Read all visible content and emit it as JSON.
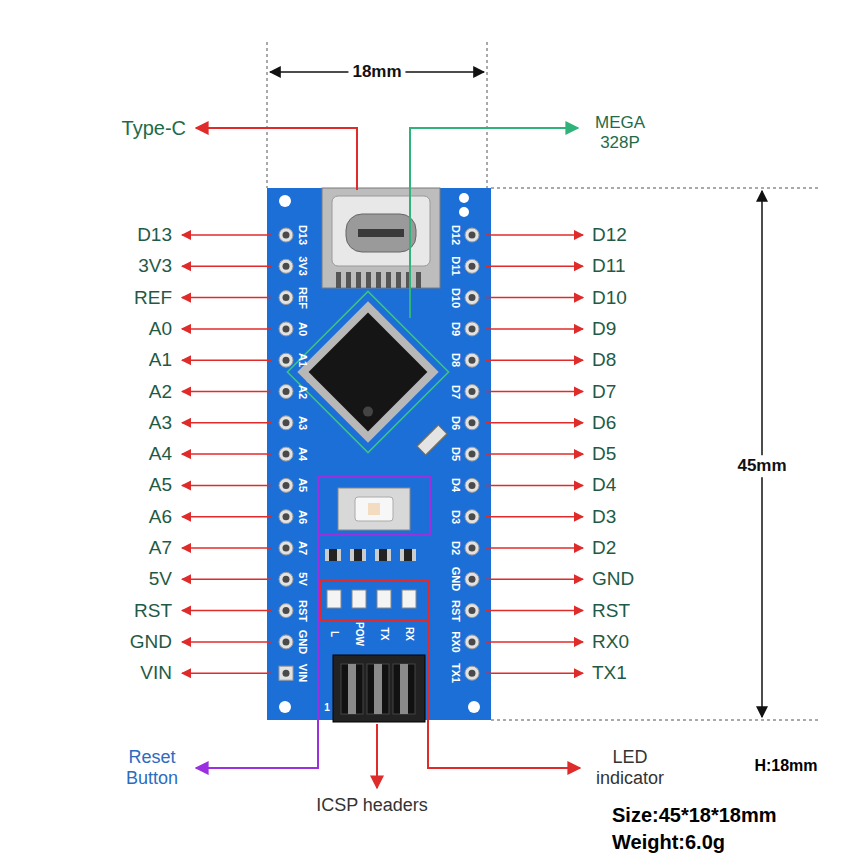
{
  "diagram": {
    "labels": [
      "18mm",
      "Type-C",
      "MEGA 328P",
      "D13",
      "3V3",
      "REF",
      "A0",
      "A1",
      "A2",
      "A3",
      "A4",
      "A5",
      "A6",
      "A7",
      "5V",
      "RST",
      "GND",
      "VIN",
      "D12",
      "D11",
      "D10",
      "D9",
      "D8",
      "D7",
      "D6",
      "D5",
      "D4",
      "D3",
      "D2",
      "GND",
      "RST",
      "RX0",
      "TX1",
      "45mm",
      "Reset Button",
      "ICSP headers",
      "LED indicator",
      "H:18mm",
      "Size:45*18*18mm",
      "Weight:6.0g",
      "D13",
      "3V3",
      "REF",
      "A0",
      "A1",
      "A2",
      "A3",
      "A4",
      "A5",
      "A6",
      "A7",
      "5V",
      "RST",
      "GND",
      "VIN",
      "D12",
      "D11",
      "D10",
      "D9",
      "D8",
      "D7",
      "D6",
      "D5",
      "D4",
      "D3",
      "D2",
      "GND",
      "RST",
      "RX0",
      "TX1",
      "L",
      "POW",
      "TX",
      "RX",
      "1"
    ]
  }
}
